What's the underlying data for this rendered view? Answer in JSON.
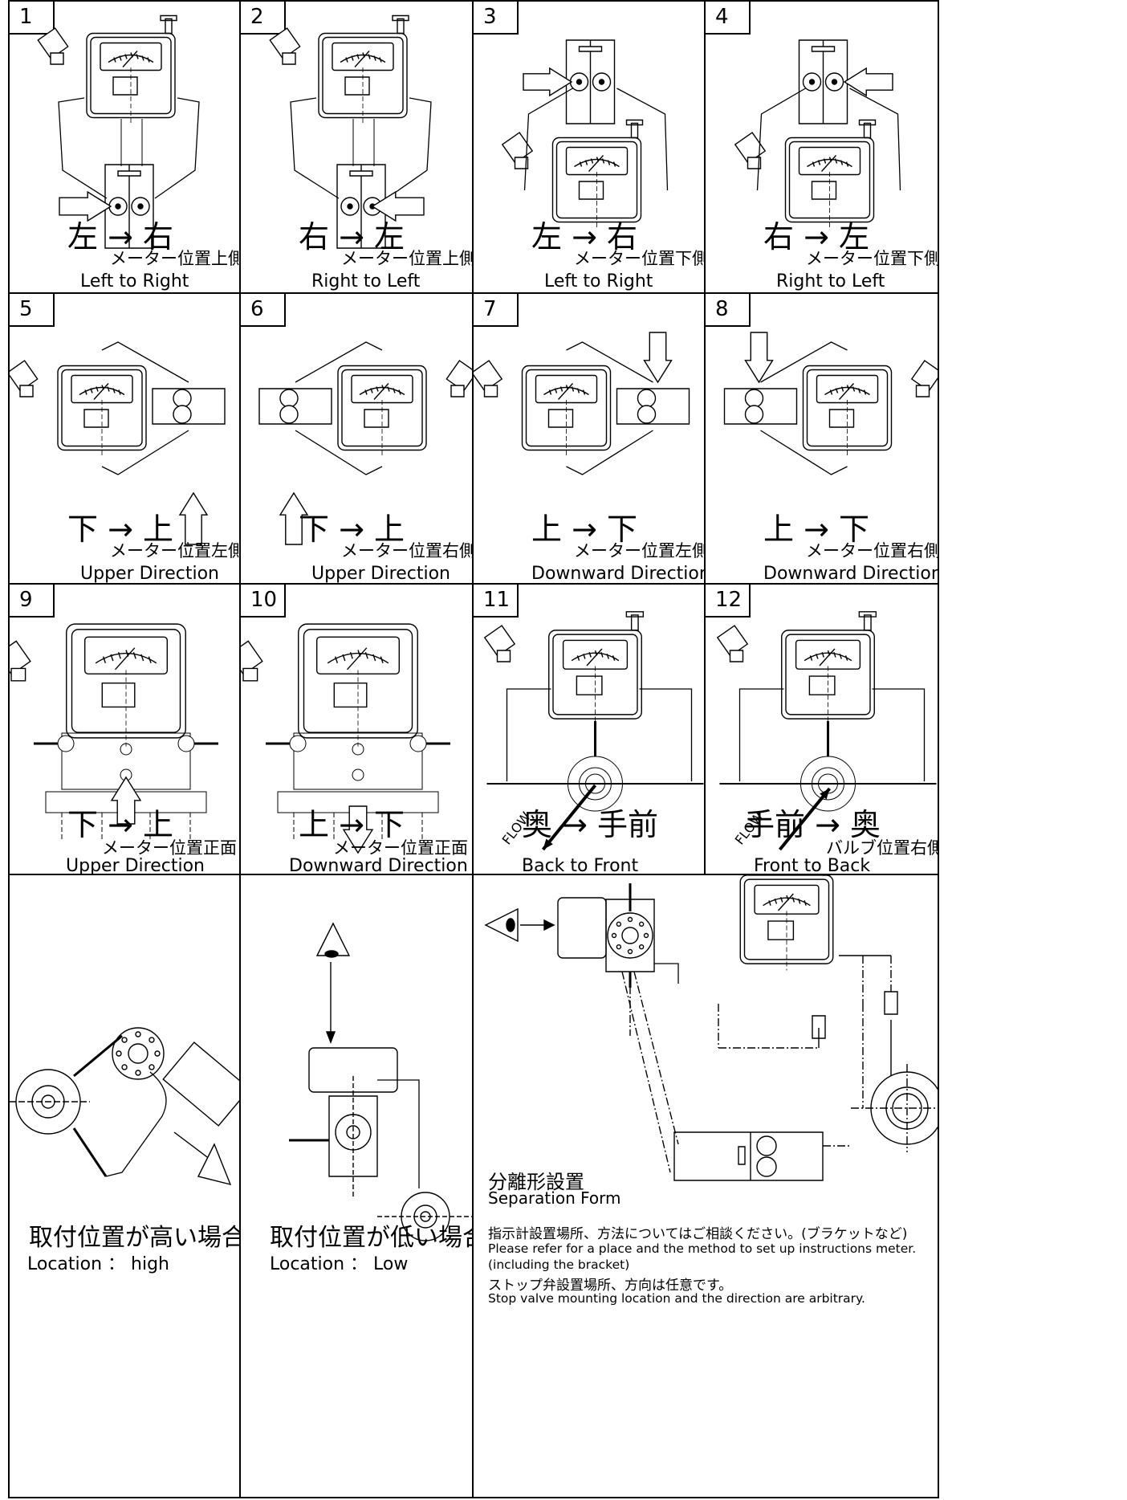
{
  "cells": [
    {
      "num": "1",
      "dir": "左 → 右",
      "sub": "メーター位置上側",
      "en": "Left to Right"
    },
    {
      "num": "2",
      "dir": "右 → 左",
      "sub": "メーター位置上側",
      "en": "Right to Left"
    },
    {
      "num": "3",
      "dir": "左 → 右",
      "sub": "メーター位置下側",
      "en": "Left to Right"
    },
    {
      "num": "4",
      "dir": "右 → 左",
      "sub": "メーター位置下側",
      "en": "Right to Left"
    },
    {
      "num": "5",
      "dir": "下 → 上",
      "sub": "メーター位置左側",
      "en": "Upper Direction"
    },
    {
      "num": "6",
      "dir": "下 → 上",
      "sub": "メーター位置右側",
      "en": "Upper Direction"
    },
    {
      "num": "7",
      "dir": "上 → 下",
      "sub": "メーター位置左側",
      "en": "Downward Direction"
    },
    {
      "num": "8",
      "dir": "上 → 下",
      "sub": "メーター位置右側",
      "en": "Downward Direction"
    },
    {
      "num": "9",
      "dir": "下 → 上",
      "sub": "メーター位置正面",
      "en": "Upper Direction"
    },
    {
      "num": "10",
      "dir": "上 → 下",
      "sub": "メーター位置正面",
      "en": "Downward Direction"
    },
    {
      "num": "11",
      "dir": "奥 → 手前",
      "sub": "",
      "en": "Back to Front",
      "flow": "FLOW"
    },
    {
      "num": "12",
      "dir": "手前 → 奥",
      "sub": "バルブ位置右側",
      "en": "Front to Back",
      "flow": "FLOW"
    }
  ],
  "bottom": {
    "high": {
      "jp": "取付位置が高い場合",
      "en": "Location ： high"
    },
    "low": {
      "jp": "取付位置が低い場合",
      "en": "Location ： Low"
    },
    "separation": {
      "jp": "分離形設置",
      "en": "Separation Form",
      "note1_jp": "指示計設置場所、方法についてはご相談ください。(ブラケットなど)",
      "note1_en": "Please refer for a place and the method to set up instructions meter.",
      "note1_en2": "(including the bracket)",
      "note2_jp": "ストップ弁設置場所、方向は任意です。",
      "note2_en": "Stop valve mounting location and the direction are arbitrary."
    }
  }
}
